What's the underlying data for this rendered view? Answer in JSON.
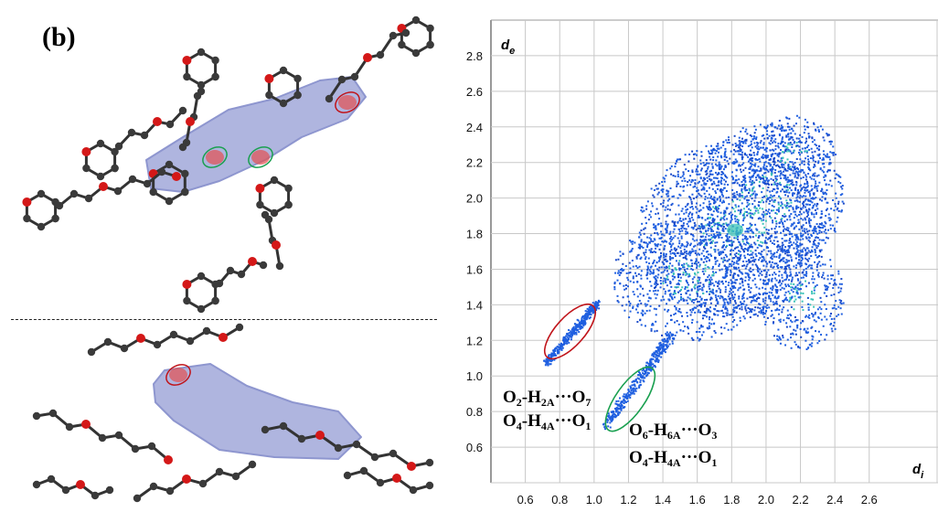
{
  "panel_label": "(b)",
  "annotations": {
    "a1": {
      "p1": "O",
      "s1": "2",
      "p2": "-H",
      "s2": "2A",
      "p3": "···O",
      "s3": "7"
    },
    "a2": {
      "p1": "O",
      "s1": "4",
      "p2": "-H",
      "s2": "4A",
      "p3": "···O",
      "s3": "1"
    },
    "a3": {
      "p1": "O",
      "s1": "6",
      "p2": "-H",
      "s2": "6A",
      "p3": "···O",
      "s3": "3"
    },
    "a4": {
      "p1": "O",
      "s1": "4",
      "p2": "-H",
      "s2": "4A",
      "p3": "···O",
      "s3": "1"
    }
  },
  "colors": {
    "ellipse_red": "#c0141a",
    "ellipse_green": "#1aa050",
    "surface_blue": "#6d78c4",
    "point_blue": "#1f5fe0",
    "point_cyan": "#3cc3b8"
  },
  "chart_data": {
    "type": "scatter",
    "title": "",
    "xlabel": "d_i",
    "ylabel": "d_e",
    "x_label_text": {
      "main": "d",
      "sub": "i"
    },
    "y_label_text": {
      "main": "d",
      "sub": "e"
    },
    "x_ticks": [
      "0.6",
      "0.8",
      "1.0",
      "1.2",
      "1.4",
      "1.6",
      "1.8",
      "2.0",
      "2.2",
      "2.4",
      "2.6"
    ],
    "y_ticks": [
      "0.6",
      "0.8",
      "1.0",
      "1.2",
      "1.4",
      "1.6",
      "1.8",
      "2.0",
      "2.2",
      "2.4",
      "2.6",
      "2.8"
    ],
    "xlim": [
      0.4,
      3.0
    ],
    "ylim": [
      0.4,
      3.0
    ],
    "grid": true,
    "regions": [
      {
        "kind": "spike",
        "from": [
          0.72,
          1.08
        ],
        "to": [
          1.02,
          1.42
        ],
        "width": 0.04
      },
      {
        "kind": "spike",
        "from": [
          1.06,
          0.72
        ],
        "to": [
          1.45,
          1.24
        ],
        "width": 0.05
      },
      {
        "kind": "blob",
        "center": [
          1.8,
          1.82
        ],
        "radius": [
          0.55,
          0.5
        ]
      },
      {
        "kind": "blob",
        "center": [
          2.0,
          2.0
        ],
        "radius": [
          0.45,
          0.42
        ]
      },
      {
        "kind": "blob",
        "center": [
          1.55,
          1.55
        ],
        "radius": [
          0.45,
          0.35
        ]
      },
      {
        "kind": "blob",
        "center": [
          2.2,
          1.45
        ],
        "radius": [
          0.25,
          0.3
        ]
      },
      {
        "kind": "blob",
        "center": [
          2.15,
          2.25
        ],
        "radius": [
          0.25,
          0.22
        ]
      }
    ],
    "highlights": [
      {
        "color": "red",
        "center": [
          0.86,
          1.25
        ],
        "rx": 0.2,
        "ry": 0.08,
        "angle_deg": -48
      },
      {
        "color": "green",
        "center": [
          1.21,
          0.87
        ],
        "rx": 0.22,
        "ry": 0.08,
        "angle_deg": -55
      }
    ]
  }
}
